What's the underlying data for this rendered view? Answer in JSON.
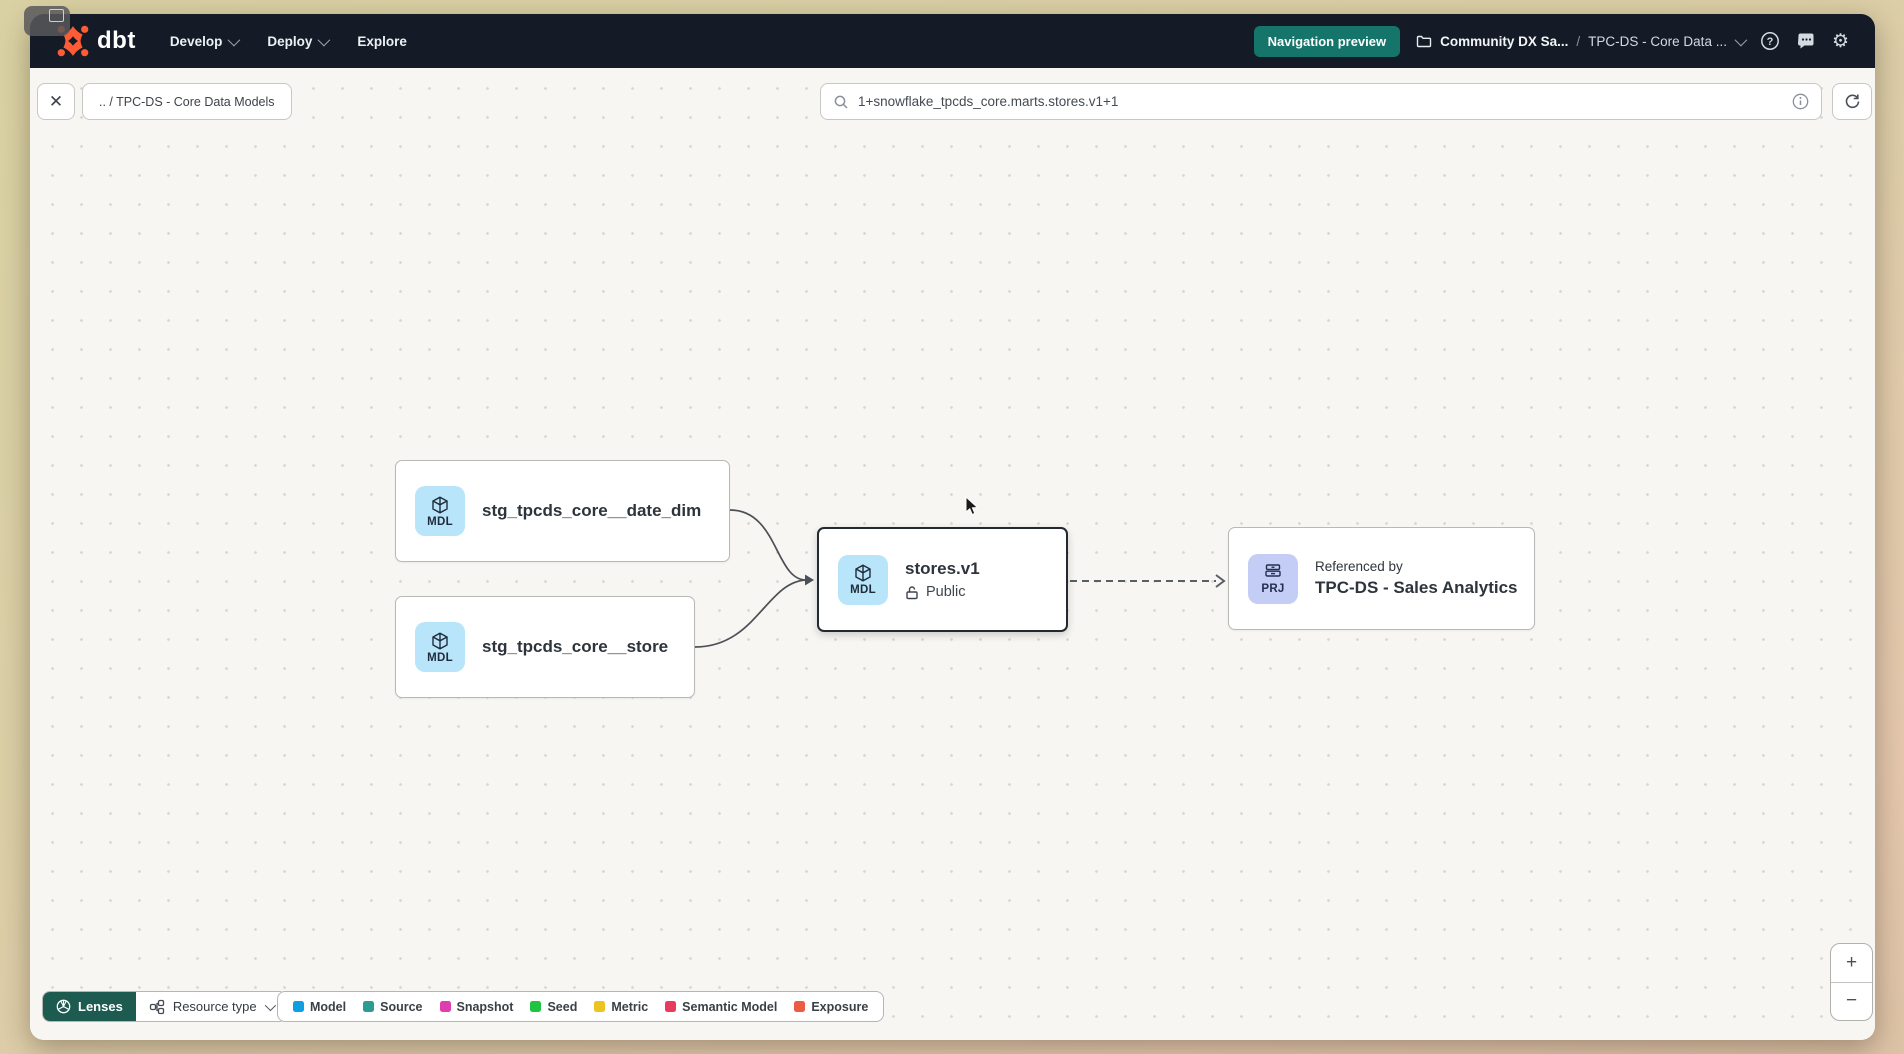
{
  "navbar": {
    "logo_label": "dbt",
    "menu_items": [
      {
        "label": "Develop",
        "has_chevron": true
      },
      {
        "label": "Deploy",
        "has_chevron": true
      },
      {
        "label": "Explore",
        "has_chevron": false
      }
    ],
    "preview_badge": "Navigation preview",
    "breadcrumb": {
      "account": "Community DX Sa...",
      "separator": "/",
      "project": "TPC-DS - Core Data ..."
    }
  },
  "toolbar": {
    "path_chip": ".. / TPC-DS - Core Data Models",
    "search": {
      "value": "1+snowflake_tpcds_core.marts.stores.v1+1"
    },
    "close_glyph": "✕"
  },
  "graph": {
    "nodes": [
      {
        "badge": "MDL",
        "title": "stg_tpcds_core__date_dim"
      },
      {
        "badge": "MDL",
        "title": "stg_tpcds_core__store"
      },
      {
        "badge": "MDL",
        "title": "stores.v1",
        "access": "Public",
        "selected": true
      },
      {
        "badge": "PRJ",
        "kicker": "Referenced by",
        "title": "TPC-DS - Sales Analytics"
      }
    ]
  },
  "legend": {
    "items": [
      {
        "label": "Model",
        "color": "#0e9fe0"
      },
      {
        "label": "Source",
        "color": "#2d9b8f"
      },
      {
        "label": "Snapshot",
        "color": "#df3fae"
      },
      {
        "label": "Seed",
        "color": "#22c242"
      },
      {
        "label": "Metric",
        "color": "#ecc421"
      },
      {
        "label": "Semantic Model",
        "color": "#e93a5f"
      },
      {
        "label": "Exposure",
        "color": "#ec5b43"
      }
    ]
  },
  "controls": {
    "lenses_label": "Lenses",
    "resource_type_label": "Resource type",
    "zoom_in": "+",
    "zoom_out": "−"
  },
  "colors": {
    "accent_teal": "#15756b",
    "navbar_bg": "#151b26",
    "brand_orange": "#ff5c35",
    "model_badge_bg": "#b9e5fb",
    "project_badge_bg": "#c4cdf5"
  }
}
